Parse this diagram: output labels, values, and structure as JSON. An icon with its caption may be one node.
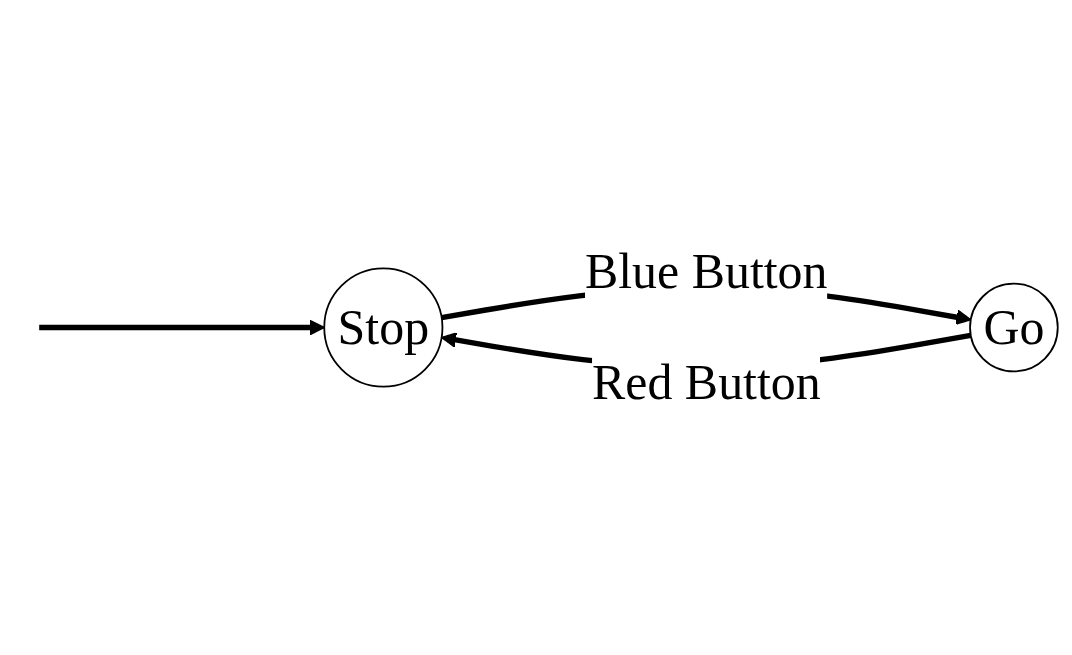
{
  "diagram": {
    "nodes": [
      {
        "text": [
          "Stop"
        ]
      },
      {
        "text": [
          "Go"
        ]
      }
    ],
    "edges": [
      {
        "from": null,
        "to": 0,
        "arrow": "to"
      },
      {
        "from": 0,
        "to": 1,
        "arrow": "to",
        "label": "Blue Button"
      },
      {
        "from": 1,
        "to": 0,
        "arrow": "to",
        "label": "Red Button"
      }
    ]
  }
}
